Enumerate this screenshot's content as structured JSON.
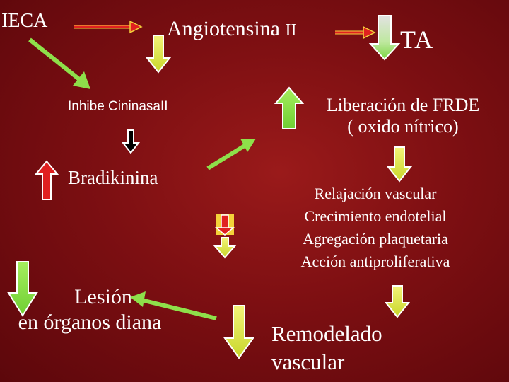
{
  "nodes": {
    "ieca": "IECA",
    "angiotensina": "Angiotensina",
    "angiotensina_sub": "II",
    "ta": "TA",
    "inhibe": "Inhibe CininasaII",
    "bradikinina": "Bradikinina",
    "liberacion_line1": "Liberación de FRDE",
    "liberacion_line2": "( oxido nítrico)",
    "effects": [
      "Relajación vascular",
      "Crecimiento endotelial",
      "Agregación plaquetaria",
      "Acción antiproliferativa"
    ],
    "lesion_line1": "Lesión",
    "lesion_line2": "en órganos diana",
    "remodelado_line1": "Remodelado",
    "remodelado_line2": "vascular"
  },
  "icons": [
    "arrow-right-red-icon",
    "arrow-diagonal-green-icon",
    "arrow-down-yellow-icon",
    "arrow-down-gray-green-icon",
    "arrow-up-green-icon",
    "arrow-down-black-icon",
    "arrow-up-red-icon",
    "arrow-down-green-icon",
    "arrow-down-red-yellow-icon"
  ],
  "colors": {
    "background": "#7d0f12",
    "text": "#ffffff",
    "arrow_green": "#8ee04a",
    "arrow_yellow": "#e6e640",
    "arrow_red": "#e02020",
    "arrow_gray": "#d8d8d8"
  }
}
